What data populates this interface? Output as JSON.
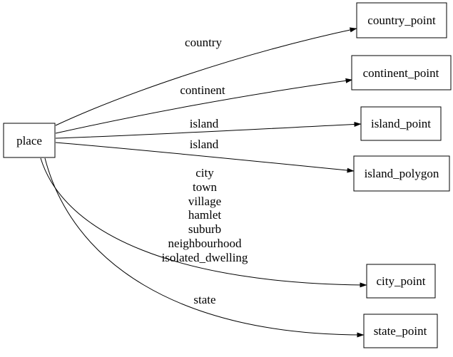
{
  "diagram": {
    "type": "directed-graph",
    "colors": {
      "background": "#ffffff",
      "node_border": "#000000",
      "edge": "#000000",
      "text": "#000000"
    },
    "nodes": [
      {
        "id": "place",
        "label": "place"
      },
      {
        "id": "country_point",
        "label": "country_point"
      },
      {
        "id": "continent_point",
        "label": "continent_point"
      },
      {
        "id": "island_point",
        "label": "island_point"
      },
      {
        "id": "island_polygon",
        "label": "island_polygon"
      },
      {
        "id": "city_point",
        "label": "city_point"
      },
      {
        "id": "state_point",
        "label": "state_point"
      }
    ],
    "edges": [
      {
        "from": "place",
        "to": "country_point",
        "label": "country"
      },
      {
        "from": "place",
        "to": "continent_point",
        "label": "continent"
      },
      {
        "from": "place",
        "to": "island_point",
        "label": "island"
      },
      {
        "from": "place",
        "to": "island_polygon",
        "label": "island"
      },
      {
        "from": "place",
        "to": "city_point",
        "label_lines": [
          "city",
          "town",
          "village",
          "hamlet",
          "suburb",
          "neighbourhood",
          "isolated_dwelling"
        ]
      },
      {
        "from": "place",
        "to": "state_point",
        "label": "state"
      }
    ]
  }
}
